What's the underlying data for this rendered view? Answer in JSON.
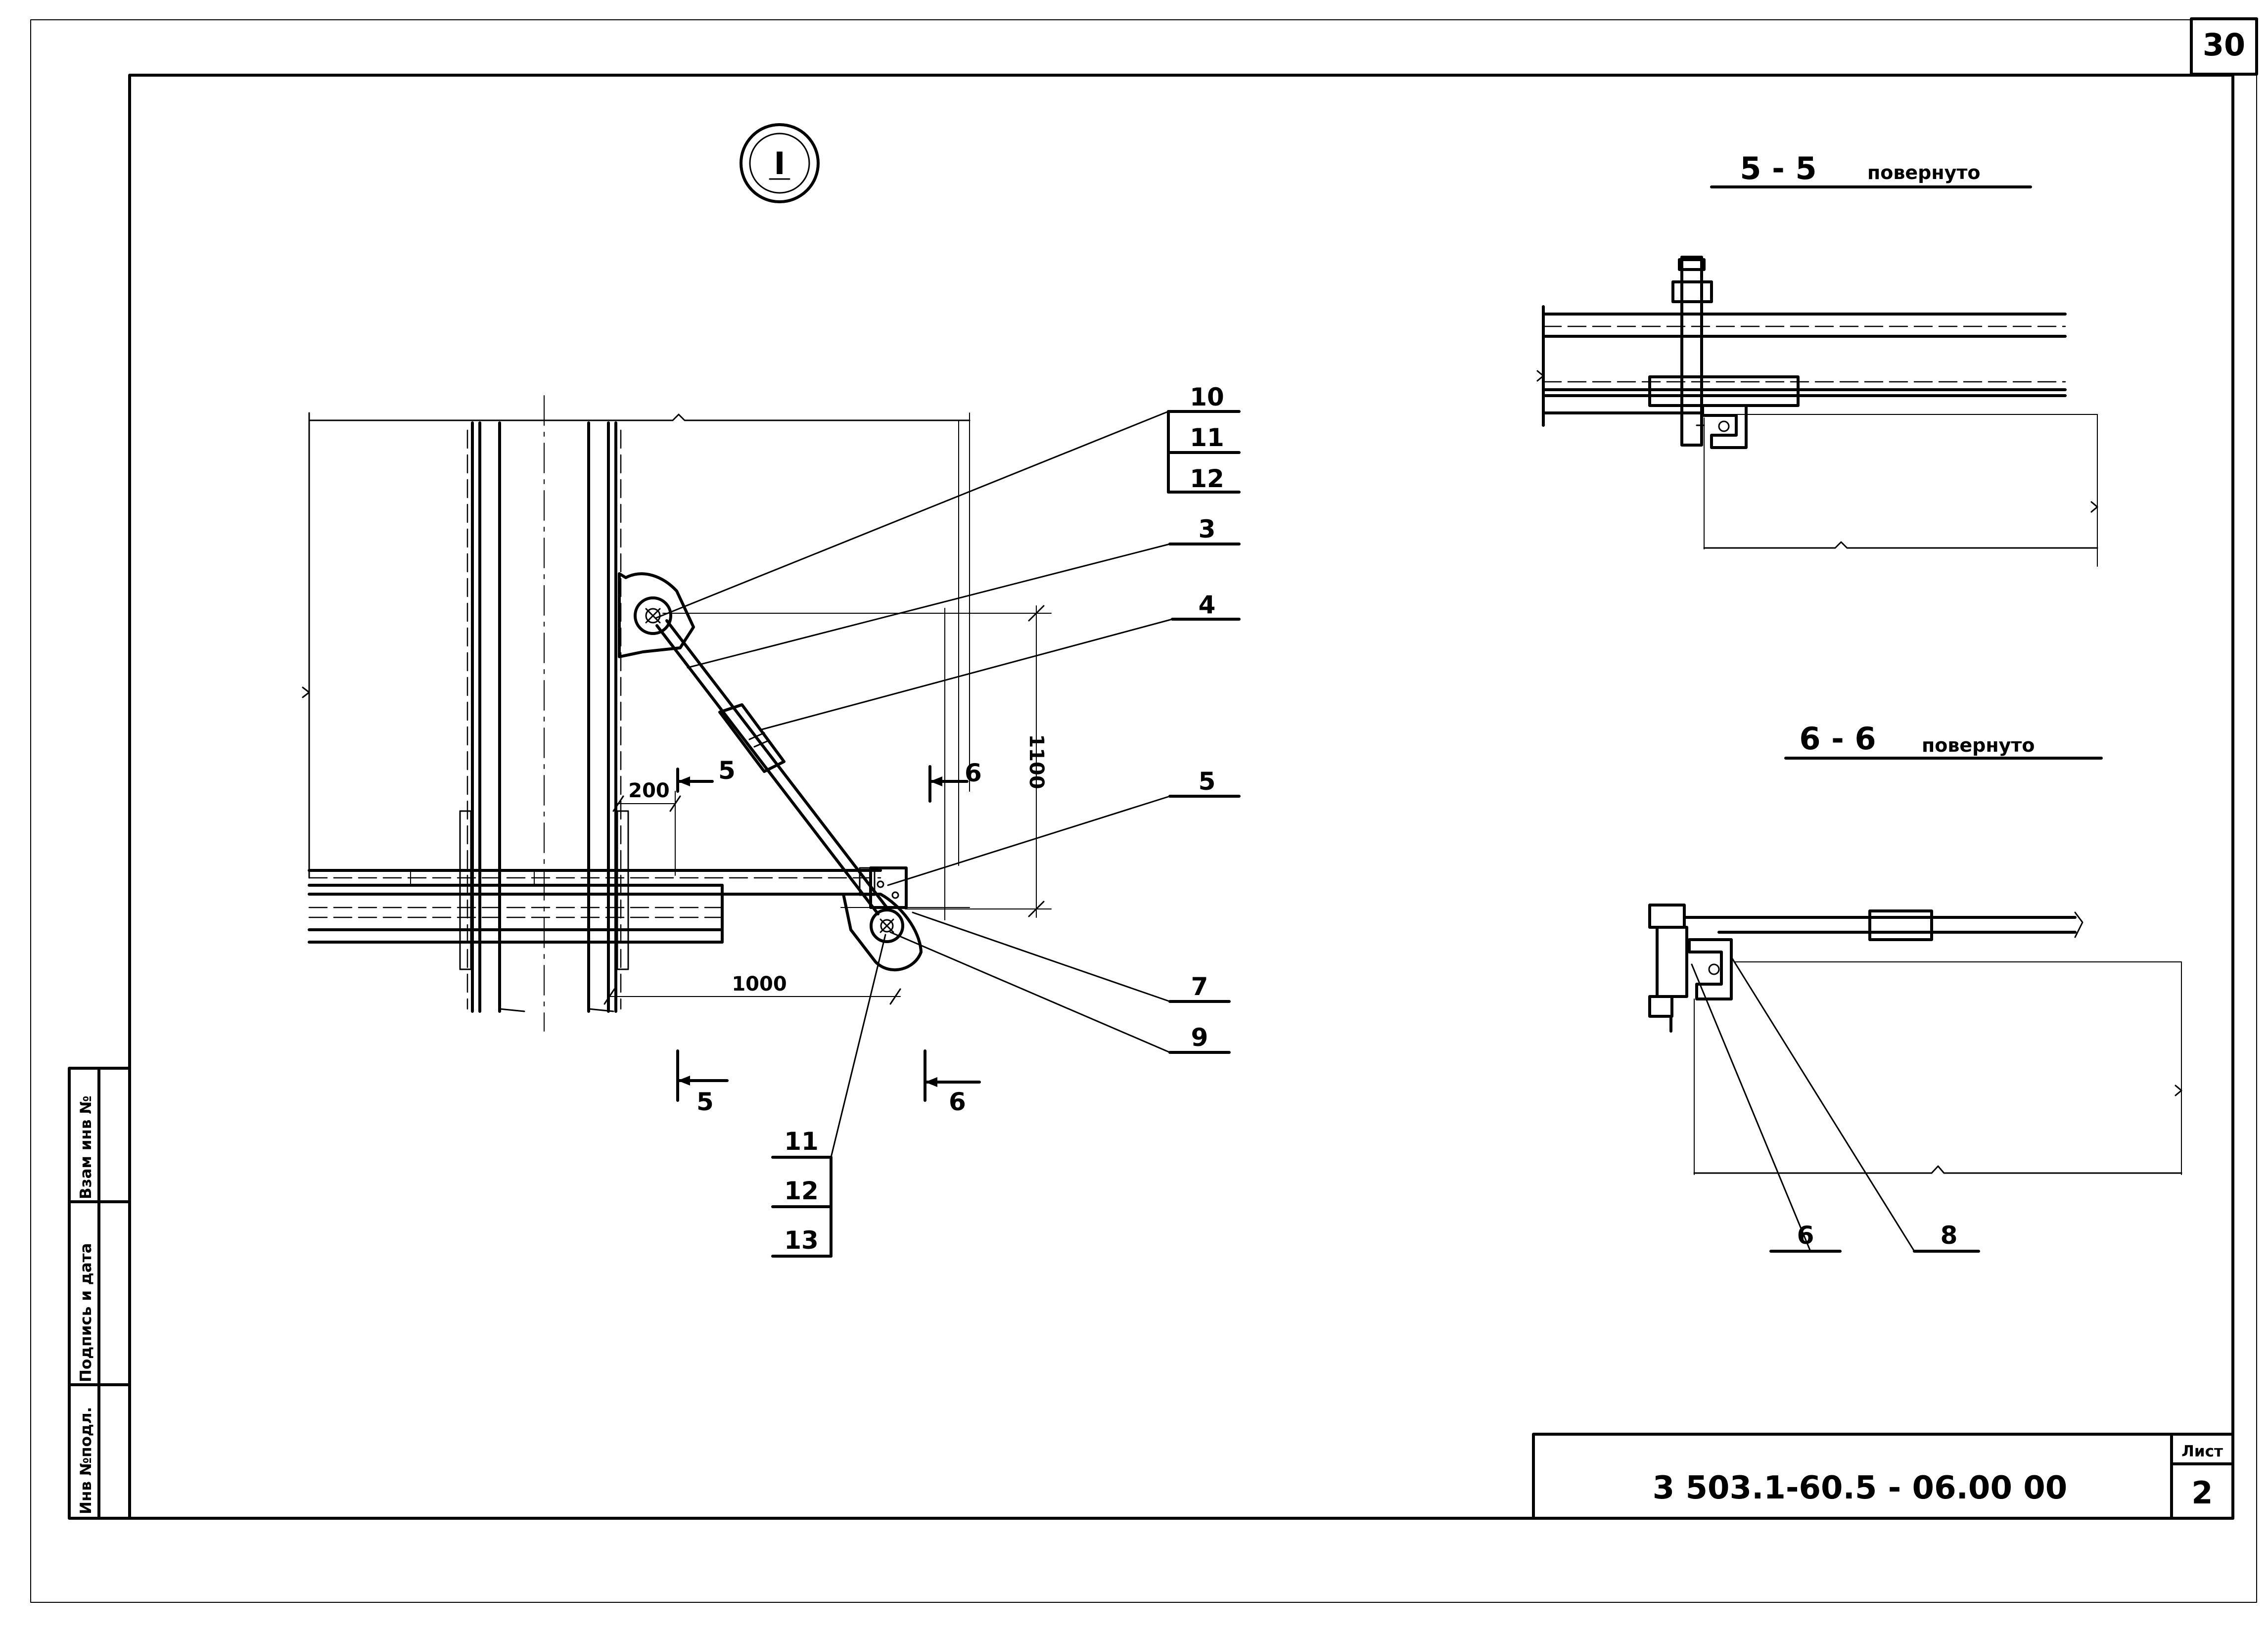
{
  "sheet": {
    "page_number": "30",
    "designation": "3 503.1-60.5 - 06.00 00",
    "sheet_label": "Лист",
    "sheet_number": "2"
  },
  "side_stamp": {
    "inv_original": "Инв №подл.",
    "signature_date": "Подпись и дата",
    "replacement_inv": "Взам инв №"
  },
  "detail_view": {
    "marker": "I",
    "callouts": {
      "c10": "10",
      "c11a": "11",
      "c12a": "12",
      "c3": "3",
      "c4": "4",
      "c5": "5",
      "c7": "7",
      "c9": "9",
      "c11b": "11",
      "c12b": "12",
      "c13": "13"
    },
    "dimensions": {
      "d200": "200",
      "d1000": "1000",
      "d1100": "1100"
    },
    "section_marks": {
      "s5_top": "5",
      "s5_bottom": "5",
      "s6_top": "6",
      "s6_bottom": "6"
    }
  },
  "section_5_5": {
    "title": "5 - 5",
    "note": "повернуто"
  },
  "section_6_6": {
    "title": "6 - 6",
    "note": "повернуто",
    "callouts": {
      "c6": "6",
      "c8": "8"
    }
  }
}
